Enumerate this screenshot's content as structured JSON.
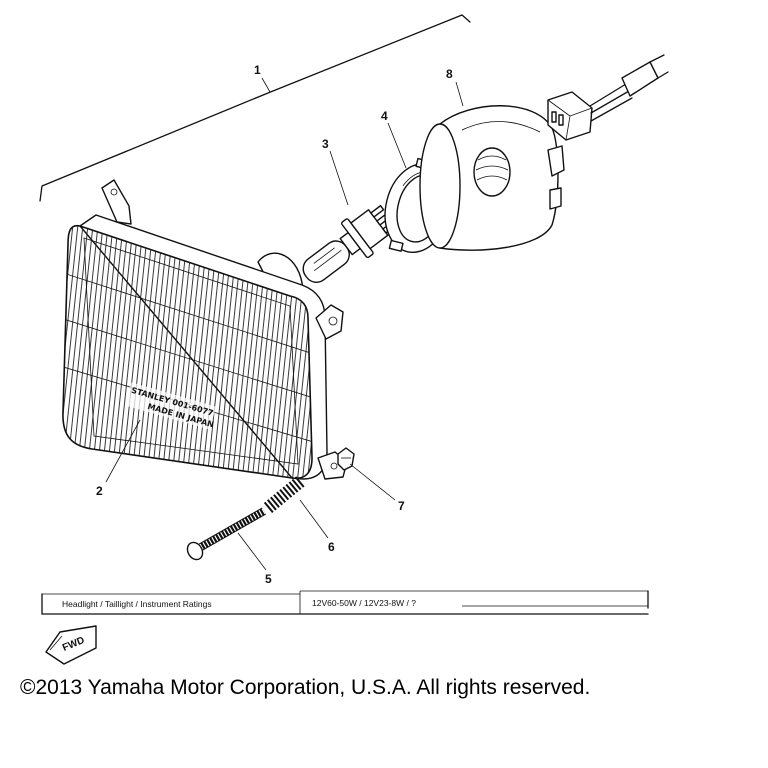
{
  "diagram": {
    "callouts": [
      "1",
      "2",
      "3",
      "4",
      "5",
      "6",
      "7",
      "8"
    ],
    "lens_markings": {
      "brand_line": "STANLEY 001-6077",
      "origin_line": "MADE IN JAPAN"
    }
  },
  "ratings_table": {
    "label": "Headlight / Taillight / Instrument Ratings",
    "value": "12V60-50W / 12V23-8W / ?"
  },
  "fwd_badge": {
    "text": "FWD",
    "icon": "forward-direction-arrow-icon"
  },
  "copyright": "©2013 Yamaha Motor Corporation, U.S.A. All rights reserved.",
  "colors": {
    "ink": "#111111",
    "background": "#ffffff"
  }
}
